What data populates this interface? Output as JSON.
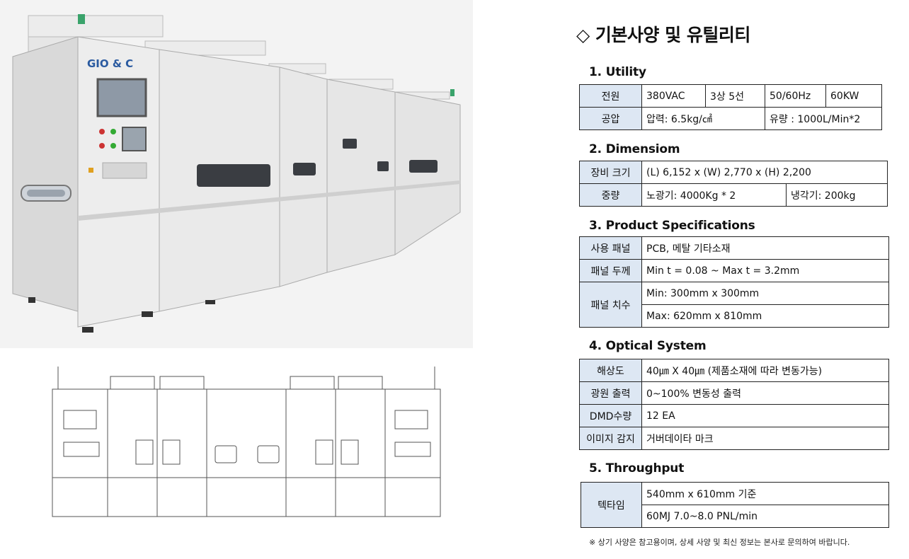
{
  "logo_text": "GIO & C",
  "title": "◇ 기본사양 및 유틸리티",
  "colors": {
    "header_cell": "#dde7f3",
    "border": "#222222"
  },
  "sections": {
    "utility": {
      "title": "1. Utility",
      "rows": [
        [
          "전원",
          "380VAC",
          "3상 5선",
          "50/60Hz",
          "60KW"
        ],
        [
          "공압",
          "압력: 6.5kg/㎠",
          "유량 : 1000L/Min*2"
        ]
      ]
    },
    "dimension": {
      "title": "2. Dimensiom",
      "rows": [
        [
          "장비 크기",
          "(L) 6,152 x (W) 2,770 x (H) 2,200"
        ],
        [
          "중량",
          "노광기: 4000Kg * 2",
          "냉각기: 200kg"
        ]
      ]
    },
    "product": {
      "title": "3. Product Specifications",
      "rows": [
        [
          "사용 패널",
          "PCB, 메탈 기타소재"
        ],
        [
          "패널 두께",
          "Min t = 0.08 ~ Max t = 3.2mm"
        ],
        [
          "패널 치수",
          "Min: 300mm x 300mm",
          "Max: 620mm x 810mm"
        ]
      ]
    },
    "optical": {
      "title": "4. Optical System",
      "rows": [
        [
          "해상도",
          "40㎛ X 40㎛  (제품소재에 따라 변동가능)"
        ],
        [
          "광원 출력",
          "0~100% 변동성 출력"
        ],
        [
          "DMD수량",
          "12 EA"
        ],
        [
          "이미지 감지",
          "거버데이타 마크"
        ]
      ]
    },
    "throughput": {
      "title": "5. Throughput",
      "rows": [
        [
          "텍타임",
          "540mm x 610mm 기준",
          "60MJ 7.0~8.0 PNL/min"
        ]
      ]
    }
  },
  "note": "※ 상기 사양은 참고용이며, 상세 사양 및 최신 정보는 본사로 문의하여 바랍니다."
}
